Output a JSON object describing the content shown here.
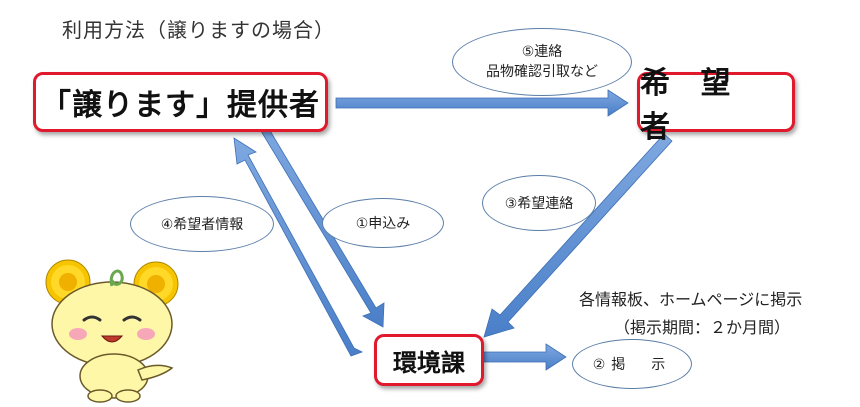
{
  "title": "利用方法（譲りますの場合）",
  "nodes": {
    "provider": "「譲ります」提供者",
    "applicant": "希 望 者",
    "office": "環境課"
  },
  "bubbles": {
    "contact_line1": "⑤連絡",
    "contact_line2": "品物確認引取など",
    "hope_contact": "③希望連絡",
    "applicant_info": "④希望者情報",
    "apply": "①申込み",
    "posting": "②掲　示"
  },
  "notice": {
    "line1": "各情報板、ホームページに掲示",
    "line2": "（掲示期間：２か月間）"
  },
  "colors": {
    "box_border": "#e0192d",
    "arrow_fill": "#5b8ed0",
    "bubble_border": "#5b7fa8"
  },
  "mascot_icon": "dandelion-mascot-icon"
}
